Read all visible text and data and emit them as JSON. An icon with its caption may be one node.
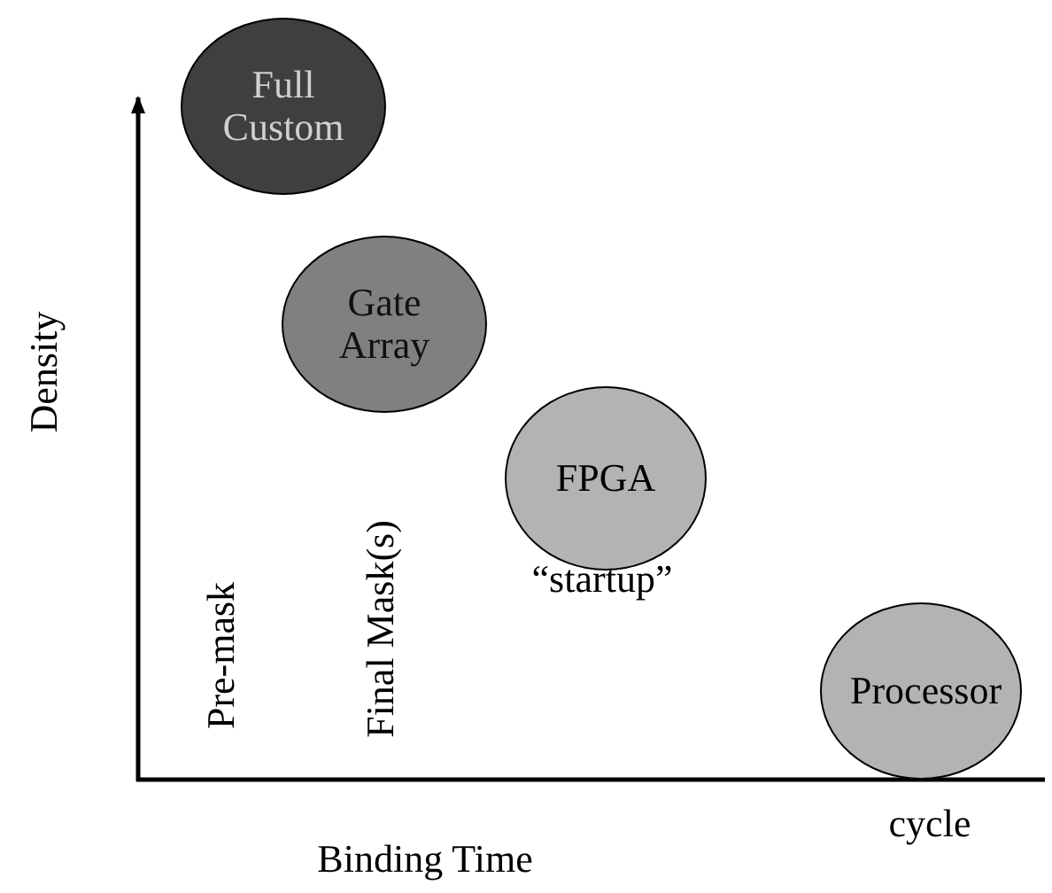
{
  "diagram": {
    "nodes": [
      {
        "text": [
          "Full Custom"
        ]
      },
      {
        "text": [
          "Gate Array"
        ]
      },
      {
        "text": [
          "FPGA"
        ],
        "beside": [
          "“startup”"
        ]
      },
      {
        "text": [
          "Processor"
        ],
        "beside": [
          "cycle"
        ]
      }
    ],
    "labels": [
      "Density",
      "Pre-mask",
      "Final Mask(s)",
      "Binding Time"
    ]
  }
}
